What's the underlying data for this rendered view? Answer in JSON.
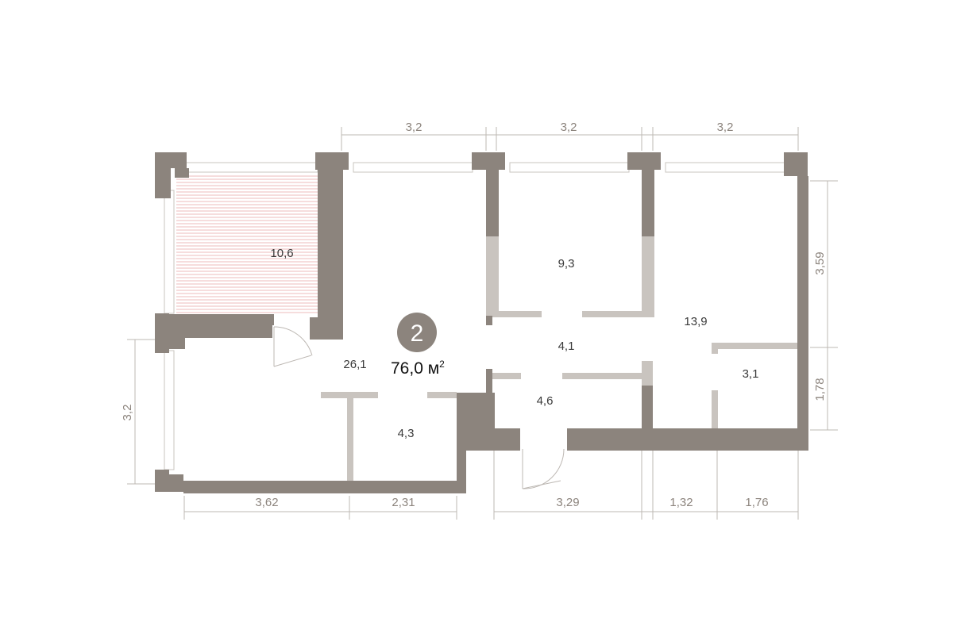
{
  "apartment": {
    "number": "2",
    "total_area": "76,0 м",
    "total_area_sup": "2"
  },
  "rooms": [
    {
      "id": "balcony",
      "area": "10,6"
    },
    {
      "id": "living",
      "area": "26,1"
    },
    {
      "id": "bedroom-1",
      "area": "9,3"
    },
    {
      "id": "hall",
      "area": "4,1"
    },
    {
      "id": "bedroom-2",
      "area": "13,9"
    },
    {
      "id": "bath-1",
      "area": "3,1"
    },
    {
      "id": "bath-2",
      "area": "4,6"
    },
    {
      "id": "storage",
      "area": "4,3"
    }
  ],
  "dimensions": {
    "top": [
      "3,2",
      "3,2",
      "3,2"
    ],
    "right": [
      "3,59",
      "1,78"
    ],
    "left": [
      "3,2"
    ],
    "bottom": [
      "3,62",
      "2,31",
      "3,29",
      "1,32",
      "1,76"
    ]
  },
  "colors": {
    "wall": "#8c847d",
    "partition": "#c9c4bf",
    "balcony_hatch": "#e8a5a5"
  }
}
